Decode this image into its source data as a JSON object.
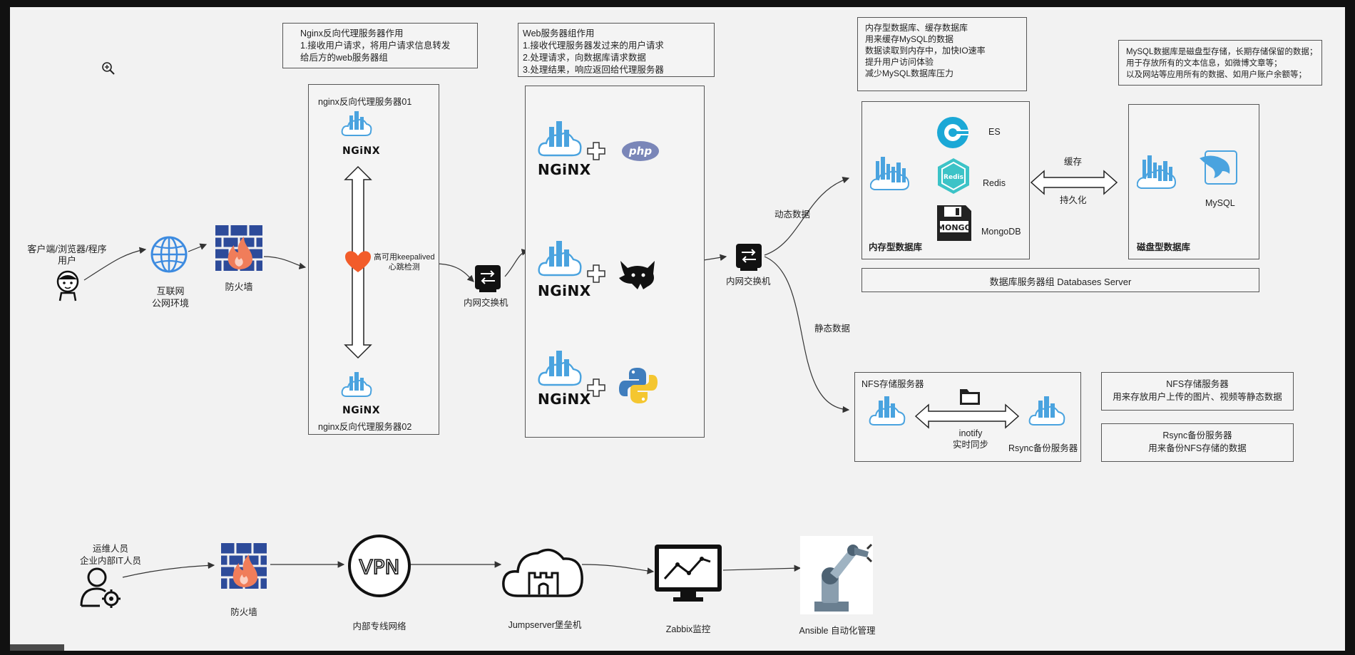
{
  "notes": {
    "nginx_role": {
      "title": "Nginx反向代理服务器作用",
      "lines": [
        "1.接收用户请求，将用户请求信息转发",
        "给后方的web服务器组"
      ]
    },
    "web_role": {
      "title": "Web服务器组作用",
      "lines": [
        "1.接收代理服务器发过来的用户请求",
        "2.处理请求，向数据库请求数据",
        "3.处理结果，响应返回给代理服务器"
      ]
    },
    "memory_db": {
      "lines": [
        "内存型数据库、缓存数据库",
        "用来缓存MySQL的数据",
        "数据读取到内存中，加快IO速率",
        "提升用户访问体验",
        "减少MySQL数据库压力"
      ]
    },
    "mysql_db": {
      "lines": [
        "MySQL数据库是磁盘型存储，长期存储保留的数据；",
        "用于存放所有的文本信息，如微博文章等；",
        "以及网站等应用所有的数据、如用户账户余额等；"
      ]
    },
    "nfs_desc": {
      "lines": [
        "NFS存储服务器",
        "用来存放用户上传的图片、视频等静态数据"
      ]
    },
    "rsync_desc": {
      "lines": [
        "Rsync备份服务器",
        "用来备份NFS存储的数据"
      ]
    }
  },
  "client": {
    "label_line1": "客户端/浏览器/程序",
    "label_line2": "用户"
  },
  "internet": {
    "line1": "互联网",
    "line2": "公网环境"
  },
  "firewall": {
    "label": "防火墙"
  },
  "proxy_group": {
    "top_label": "nginx反向代理服务器01",
    "bottom_label": "nginx反向代理服务器02",
    "keepalived_line1": "高可用keepalived",
    "keepalived_line2": "心跳检测",
    "nginx_text": "NGiNX"
  },
  "switch1": {
    "label": "内网交换机"
  },
  "web_group": {
    "nginx_text": "NGiNX",
    "php_text": "php"
  },
  "switch2": {
    "label": "内网交换机"
  },
  "edges": {
    "dynamic": "动态数据",
    "static": "静态数据"
  },
  "memory_box": {
    "title": "内存型数据库",
    "items": [
      "ES",
      "Redis",
      "MongoDB"
    ],
    "redis_logo_text": "Redis",
    "mongo_logo_text": "MONGO"
  },
  "cache_arrow": {
    "top": "缓存",
    "bottom": "持久化"
  },
  "disk_box": {
    "title": "磁盘型数据库",
    "mysql": "MySQL"
  },
  "db_group_label": "数据库服务器组 Databases Server",
  "nfs_box": {
    "title": "NFS存储服务器",
    "sync_line1": "inotify",
    "sync_line2": "实时同步",
    "rsync_label": "Rsync备份服务器"
  },
  "ops": {
    "person_line1": "运维人员",
    "person_line2": "企业内部IT人员",
    "firewall": "防火墙",
    "vpn": "内部专线网络",
    "vpn_icon_text": "VPN",
    "jumpserver": "Jumpserver堡垒机",
    "zabbix": "Zabbix监控",
    "ansible": "Ansible 自动化管理"
  },
  "colors": {
    "nginx_cloud": "#4aa3df",
    "firewall_blue": "#2d4b9a",
    "fire": "#f07d5a",
    "heart": "#f25c2a",
    "es_blue": "#1ba8d6",
    "redis_teal": "#3cc3c7",
    "php_purple": "#7a86b8"
  }
}
